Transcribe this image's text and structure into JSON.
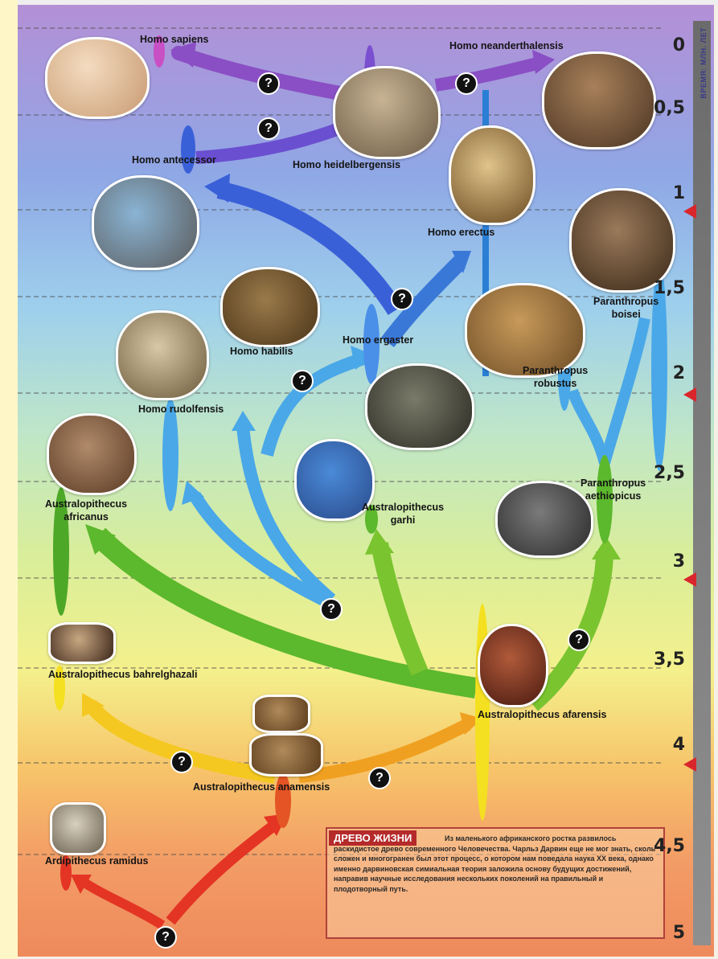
{
  "scale": {
    "title": "ВРЕМЯ: МЛН. ЛЕТ",
    "ticks": [
      "0",
      "0,5",
      "1",
      "1,5",
      "2",
      "2,5",
      "3",
      "3,5",
      "4",
      "4,5",
      "5"
    ]
  },
  "species": {
    "homo_sapiens": "Homo sapiens",
    "homo_neanderthalensis": "Homo neanderthalensis",
    "homo_antecessor": "Homo antecessor",
    "homo_heidelbergensis": "Homo heidelbergensis",
    "homo_erectus": "Homo erectus",
    "homo_habilis": "Homo habilis",
    "homo_ergaster": "Homo ergaster",
    "paranthropus_boisei": "Paranthropus\nboisei",
    "paranthropus_robustus": "Paranthropus\nrobustus",
    "homo_rudolfensis": "Homo rudolfensis",
    "australopithecus_africanus": "Australopithecus\nafricanus",
    "australopithecus_garhi": "Australopithecus\ngarhi",
    "paranthropus_aethiopicus": "Paranthropus\naethiopicus",
    "australopithecus_bahrelghazali": "Australopithecus bahrelghazali",
    "australopithecus_afarensis": "Australopithecus afarensis",
    "australopithecus_anamensis": "Australopithecus anamensis",
    "ardipithecus_ramidus": "Ardipithecus ramidus"
  },
  "question_mark": "?",
  "info_box": {
    "title": "ДРЕВО ЖИЗНИ",
    "text": "Из маленького африканского ростка развилось раскидистое древо современного Человечества. Чарльз Дарвин еще не мог знать, сколь сложен и многогранен был этот процесс, о котором нам поведала наука XX века, однако именно дарвиновская симиальная теория заложила основу будущих достижений, направив научные исследования нескольких поколений на правильный и плодотворный путь."
  },
  "colors": {
    "arrow_purple": "#8a4fc4",
    "arrow_blue": "#3a78d8",
    "arrow_light_blue": "#4aa8e8",
    "arrow_green": "#5cb82c",
    "arrow_yellow": "#f4dc20",
    "arrow_orange": "#f08a20",
    "arrow_red": "#e43424",
    "marker_red": "#d9262c"
  }
}
